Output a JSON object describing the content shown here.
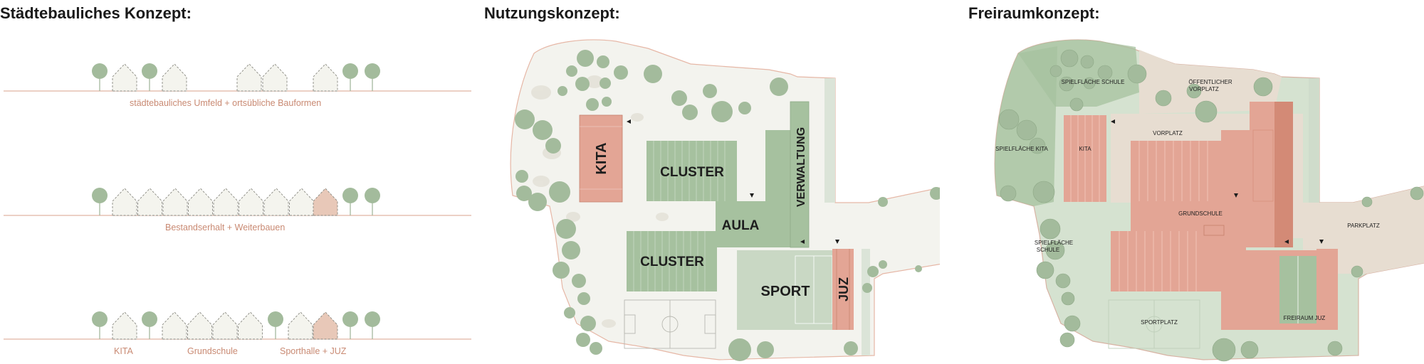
{
  "panels": {
    "staedtebau": {
      "title": "Städtebauliches Konzept:",
      "rows": [
        {
          "caption": "städtebauliches Umfeld + ortsübliche Bauformen"
        },
        {
          "caption": "Bestandserhalt + Weiterbauen"
        },
        {
          "captions": [
            "KITA",
            "Grundschule",
            "Sporthalle + JUZ"
          ]
        }
      ]
    },
    "nutzung": {
      "title": "Nutzungskonzept:",
      "labels": {
        "kita": "KITA",
        "cluster_top": "CLUSTER",
        "cluster_bottom": "CLUSTER",
        "aula": "AULA",
        "verwaltung": "VERWALTUNG",
        "sport": "SPORT",
        "juz": "JUZ"
      }
    },
    "freiraum": {
      "title": "Freiraumkonzept:",
      "labels": {
        "spielflaeche_schule": "SPIELFLÄCHE SCHULE",
        "oeffentlicher_vorplatz_1": "ÖFFENTLICHER",
        "oeffentlicher_vorplatz_2": "VORPLATZ",
        "vorplatz": "VORPLATZ",
        "spielflaeche_kita": "SPIELFLÄCHE KITA",
        "kita": "KITA",
        "grundschule": "GRUNDSCHULE",
        "parkplatz": "PARKPLATZ",
        "spielflaeche_schule_2a": "SPIELFLÄCHE",
        "spielflaeche_schule_2b": "SCHULE",
        "sportplatz": "SPORTPLATZ",
        "freiraum_juz": "FREIRAUM JUZ"
      }
    }
  },
  "colors": {
    "ground_line": "#e0b4a2",
    "caption": "#c98a73",
    "tree": "#a3bb9c",
    "house_fill": "#f4f4ee",
    "house_new": "#e8c8b8",
    "pink": "#e3a595",
    "green": "#a6c19f",
    "light_green": "#c9d8c4",
    "site_bg": "#f3f3ee"
  }
}
